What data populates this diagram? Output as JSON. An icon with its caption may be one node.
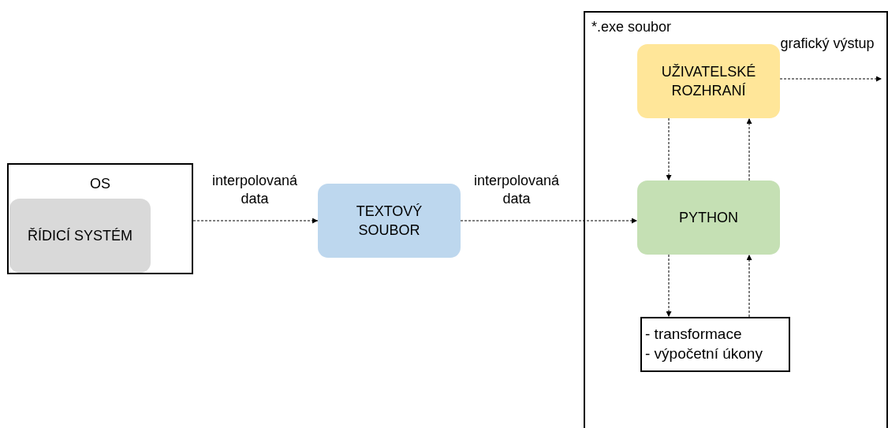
{
  "diagram": {
    "nodes": [
      {
        "text": [
          "OS"
        ]
      },
      {
        "text": [
          "ŘÍDICÍ SYSTÉM"
        ],
        "in": 0
      },
      {
        "text": [
          "TEXTOVÝ SOUBOR"
        ]
      },
      {
        "text": [
          "*.exe soubor"
        ]
      },
      {
        "text": [
          "UŽIVATELSKÉ ROZHRANÍ"
        ],
        "in": 3
      },
      {
        "text": [
          "PYTHON"
        ],
        "in": 3
      },
      {
        "text": [
          "- transformace",
          "- výpočetní úkony"
        ],
        "in": 3
      }
    ],
    "edges": [
      {
        "from": 0,
        "to": 2,
        "arrow": "to",
        "label": "interpolovaná data"
      },
      {
        "from": 2,
        "to": 5,
        "arrow": "to",
        "label": "interpolovaná data"
      },
      {
        "from": 4,
        "to": null,
        "arrow": "to",
        "label": "grafický výstup"
      },
      {
        "from": 4,
        "to": 5,
        "arrow": "to"
      },
      {
        "from": 5,
        "to": 4,
        "arrow": "to"
      },
      {
        "from": 5,
        "to": 6,
        "arrow": "to"
      },
      {
        "from": 6,
        "to": 5,
        "arrow": "to"
      }
    ]
  }
}
